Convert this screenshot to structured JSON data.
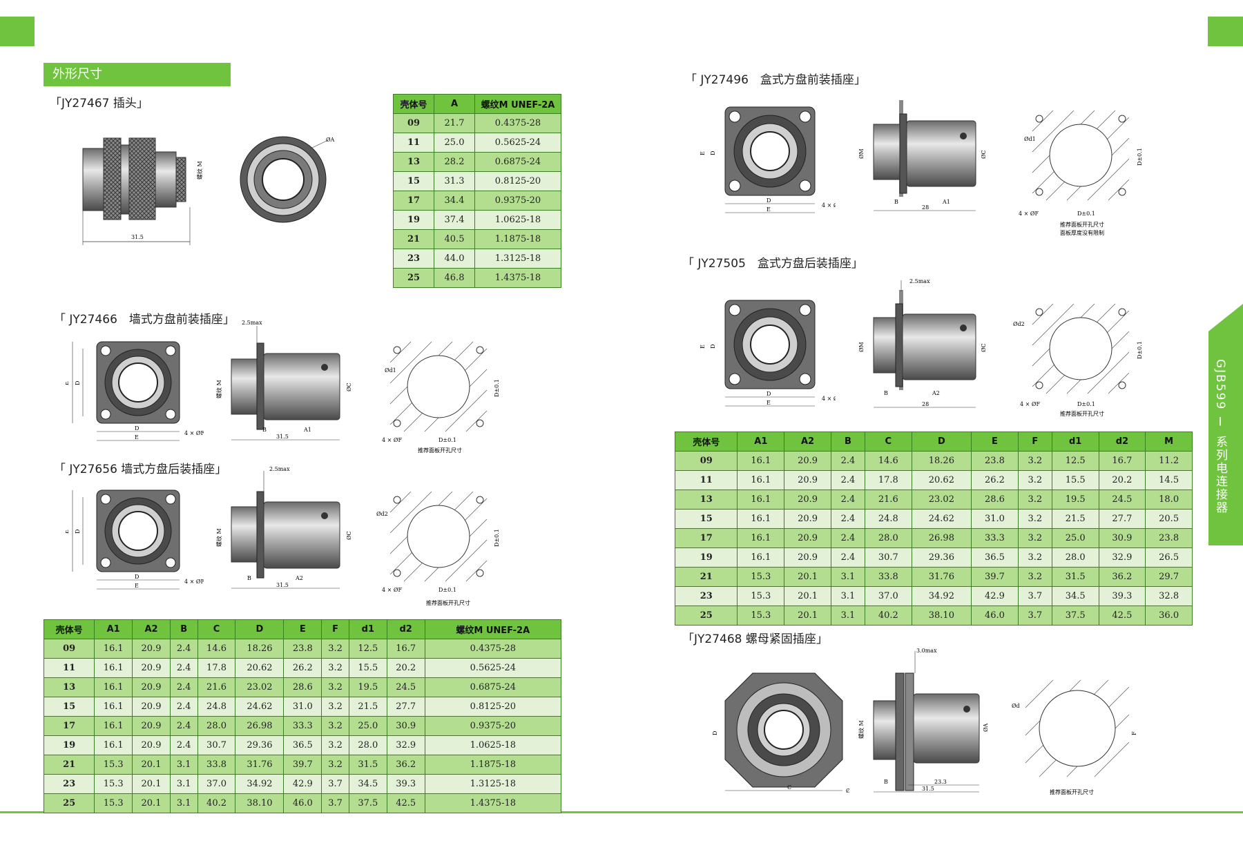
{
  "section_tag": "外形尺寸",
  "side_tab": "GJB599 Ⅰ 系列电连接器",
  "titles": {
    "jy27467": "「JY27467 插头」",
    "jy27466": "「 JY27466　墙式方盘前装插座」",
    "jy27656": "「 JY27656  墙式方盘后装插座」",
    "jy27496": "「 JY27496　盒式方盘前装插座」",
    "jy27505": "「 JY27505　盒式方盘后装插座」",
    "jy27468": "「JY27468 螺母紧固插座」"
  },
  "labels": {
    "thread_m": "螺纹 M",
    "phi_a": "ØA",
    "phi_c": "ØC",
    "phi_m": "ØM",
    "phi_d1": "Ød1",
    "phi_d2": "Ød2",
    "phi_d": "Ød",
    "phi_e": "ØE",
    "four_f": "4 × ØF",
    "d_tol": "D±0.1",
    "d": "D",
    "e": "E",
    "a1": "A1",
    "a2": "A2",
    "b": "B",
    "c": "C",
    "f": "F",
    "dim_31_5": "31.5",
    "dim_28": "28",
    "dim_23_3": "23.3",
    "max_2_5": "2.5max",
    "max_3_0": "3.0max",
    "panel_cutout": "推荐面板开孔尺寸",
    "panel_thickness": "面板厚度没有限制"
  },
  "table_small": {
    "headers": [
      "壳体号",
      "A",
      "螺纹M UNEF-2A"
    ],
    "rows": [
      [
        "09",
        "21.7",
        "0.4375-28"
      ],
      [
        "11",
        "25.0",
        "0.5625-24"
      ],
      [
        "13",
        "28.2",
        "0.6875-24"
      ],
      [
        "15",
        "31.3",
        "0.8125-20"
      ],
      [
        "17",
        "34.4",
        "0.9375-20"
      ],
      [
        "19",
        "37.4",
        "1.0625-18"
      ],
      [
        "21",
        "40.5",
        "1.1875-18"
      ],
      [
        "23",
        "44.0",
        "1.3125-18"
      ],
      [
        "25",
        "46.8",
        "1.4375-18"
      ]
    ]
  },
  "table_left": {
    "headers": [
      "壳体号",
      "A1",
      "A2",
      "B",
      "C",
      "D",
      "E",
      "F",
      "d1",
      "d2",
      "螺纹M UNEF-2A"
    ],
    "rows": [
      [
        "09",
        "16.1",
        "20.9",
        "2.4",
        "14.6",
        "18.26",
        "23.8",
        "3.2",
        "12.5",
        "16.7",
        "0.4375-28"
      ],
      [
        "11",
        "16.1",
        "20.9",
        "2.4",
        "17.8",
        "20.62",
        "26.2",
        "3.2",
        "15.5",
        "20.2",
        "0.5625-24"
      ],
      [
        "13",
        "16.1",
        "20.9",
        "2.4",
        "21.6",
        "23.02",
        "28.6",
        "3.2",
        "19.5",
        "24.5",
        "0.6875-24"
      ],
      [
        "15",
        "16.1",
        "20.9",
        "2.4",
        "24.8",
        "24.62",
        "31.0",
        "3.2",
        "21.5",
        "27.7",
        "0.8125-20"
      ],
      [
        "17",
        "16.1",
        "20.9",
        "2.4",
        "28.0",
        "26.98",
        "33.3",
        "3.2",
        "25.0",
        "30.9",
        "0.9375-20"
      ],
      [
        "19",
        "16.1",
        "20.9",
        "2.4",
        "30.7",
        "29.36",
        "36.5",
        "3.2",
        "28.0",
        "32.9",
        "1.0625-18"
      ],
      [
        "21",
        "15.3",
        "20.1",
        "3.1",
        "33.8",
        "31.76",
        "39.7",
        "3.2",
        "31.5",
        "36.2",
        "1.1875-18"
      ],
      [
        "23",
        "15.3",
        "20.1",
        "3.1",
        "37.0",
        "34.92",
        "42.9",
        "3.7",
        "34.5",
        "39.3",
        "1.3125-18"
      ],
      [
        "25",
        "15.3",
        "20.1",
        "3.1",
        "40.2",
        "38.10",
        "46.0",
        "3.7",
        "37.5",
        "42.5",
        "1.4375-18"
      ]
    ]
  },
  "table_right": {
    "headers": [
      "壳体号",
      "A1",
      "A2",
      "B",
      "C",
      "D",
      "E",
      "F",
      "d1",
      "d2",
      "M"
    ],
    "rows": [
      [
        "09",
        "16.1",
        "20.9",
        "2.4",
        "14.6",
        "18.26",
        "23.8",
        "3.2",
        "12.5",
        "16.7",
        "11.2"
      ],
      [
        "11",
        "16.1",
        "20.9",
        "2.4",
        "17.8",
        "20.62",
        "26.2",
        "3.2",
        "15.5",
        "20.2",
        "14.5"
      ],
      [
        "13",
        "16.1",
        "20.9",
        "2.4",
        "21.6",
        "23.02",
        "28.6",
        "3.2",
        "19.5",
        "24.5",
        "18.0"
      ],
      [
        "15",
        "16.1",
        "20.9",
        "2.4",
        "24.8",
        "24.62",
        "31.0",
        "3.2",
        "21.5",
        "27.7",
        "20.5"
      ],
      [
        "17",
        "16.1",
        "20.9",
        "2.4",
        "28.0",
        "26.98",
        "33.3",
        "3.2",
        "25.0",
        "30.9",
        "23.8"
      ],
      [
        "19",
        "16.1",
        "20.9",
        "2.4",
        "30.7",
        "29.36",
        "36.5",
        "3.2",
        "28.0",
        "32.9",
        "26.5"
      ],
      [
        "21",
        "15.3",
        "20.1",
        "3.1",
        "33.8",
        "31.76",
        "39.7",
        "3.2",
        "31.5",
        "36.2",
        "29.7"
      ],
      [
        "23",
        "15.3",
        "20.1",
        "3.1",
        "37.0",
        "34.92",
        "42.9",
        "3.7",
        "34.5",
        "39.3",
        "32.8"
      ],
      [
        "25",
        "15.3",
        "20.1",
        "3.1",
        "40.2",
        "38.10",
        "46.0",
        "3.7",
        "37.5",
        "42.5",
        "36.0"
      ]
    ]
  },
  "colors": {
    "brand_green": "#6fc33e",
    "row_dark": "#b4de8f",
    "row_light": "#e3f2d6",
    "border": "#3a7d22"
  }
}
